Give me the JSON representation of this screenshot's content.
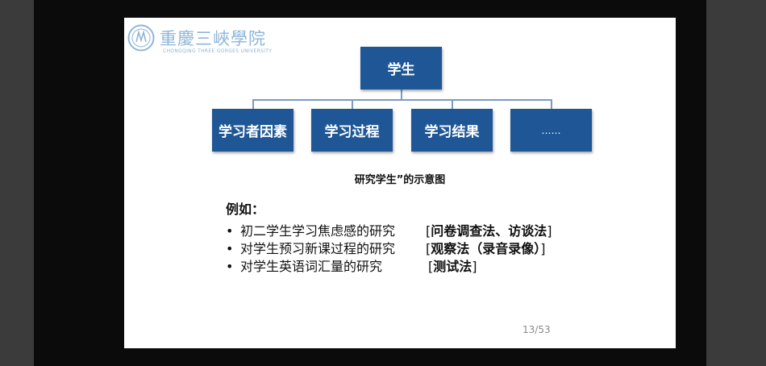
{
  "logo": {
    "name_cn": "重慶三峽學院",
    "name_en": "CHONGQING THREE GORGES UNIVERSITY"
  },
  "diagram": {
    "root": "学生",
    "children": [
      "学习者因素",
      "学习过程",
      "学习结果",
      "……"
    ],
    "caption": "研究学生”的示意图"
  },
  "examples": {
    "heading": "例如：",
    "items": [
      {
        "bullet": "•",
        "text": "初二学生学习焦虑感的研究",
        "open": "[",
        "method": "问卷调查法、访谈法",
        "close": "]"
      },
      {
        "bullet": "•",
        "text": "对学生预习新课过程的研究",
        "open": "[",
        "method": "观察法（录音录像）",
        "close": "]"
      },
      {
        "bullet": "•",
        "text": "对学生英语词汇量的研究",
        "open": "[",
        "method": "测试法",
        "close": "]"
      }
    ]
  },
  "page_number": "13/53",
  "colors": {
    "box_fill": "#1f5796",
    "connector": "#7a9bc0",
    "logo": "#8fb6d8"
  }
}
